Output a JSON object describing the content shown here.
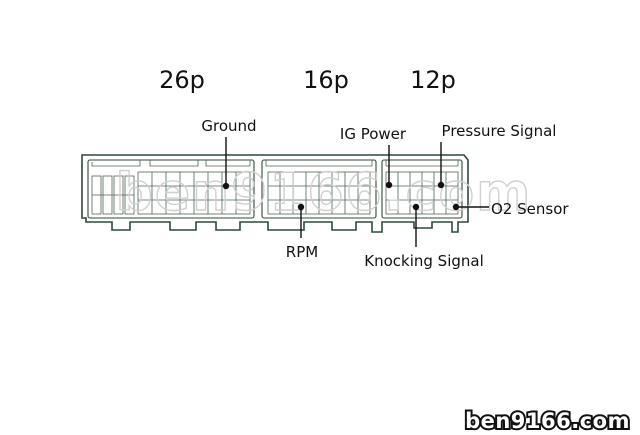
{
  "connectors": [
    {
      "id": "connector-26p",
      "label": "26p"
    },
    {
      "id": "connector-16p",
      "label": "16p"
    },
    {
      "id": "connector-12p",
      "label": "12p"
    }
  ],
  "callouts": {
    "ground": "Ground",
    "ig_power": "IG Power",
    "pressure_signal": "Pressure Signal",
    "o2_sensor": "O2 Sensor",
    "rpm": "RPM",
    "knocking_signal": "Knocking Signal"
  },
  "watermark": "ben9166.com",
  "corner_watermark": "ben9166.com",
  "colors": {
    "outline": "#2e4a3a",
    "text": "#111111",
    "watermark": "#d0d0d0"
  }
}
